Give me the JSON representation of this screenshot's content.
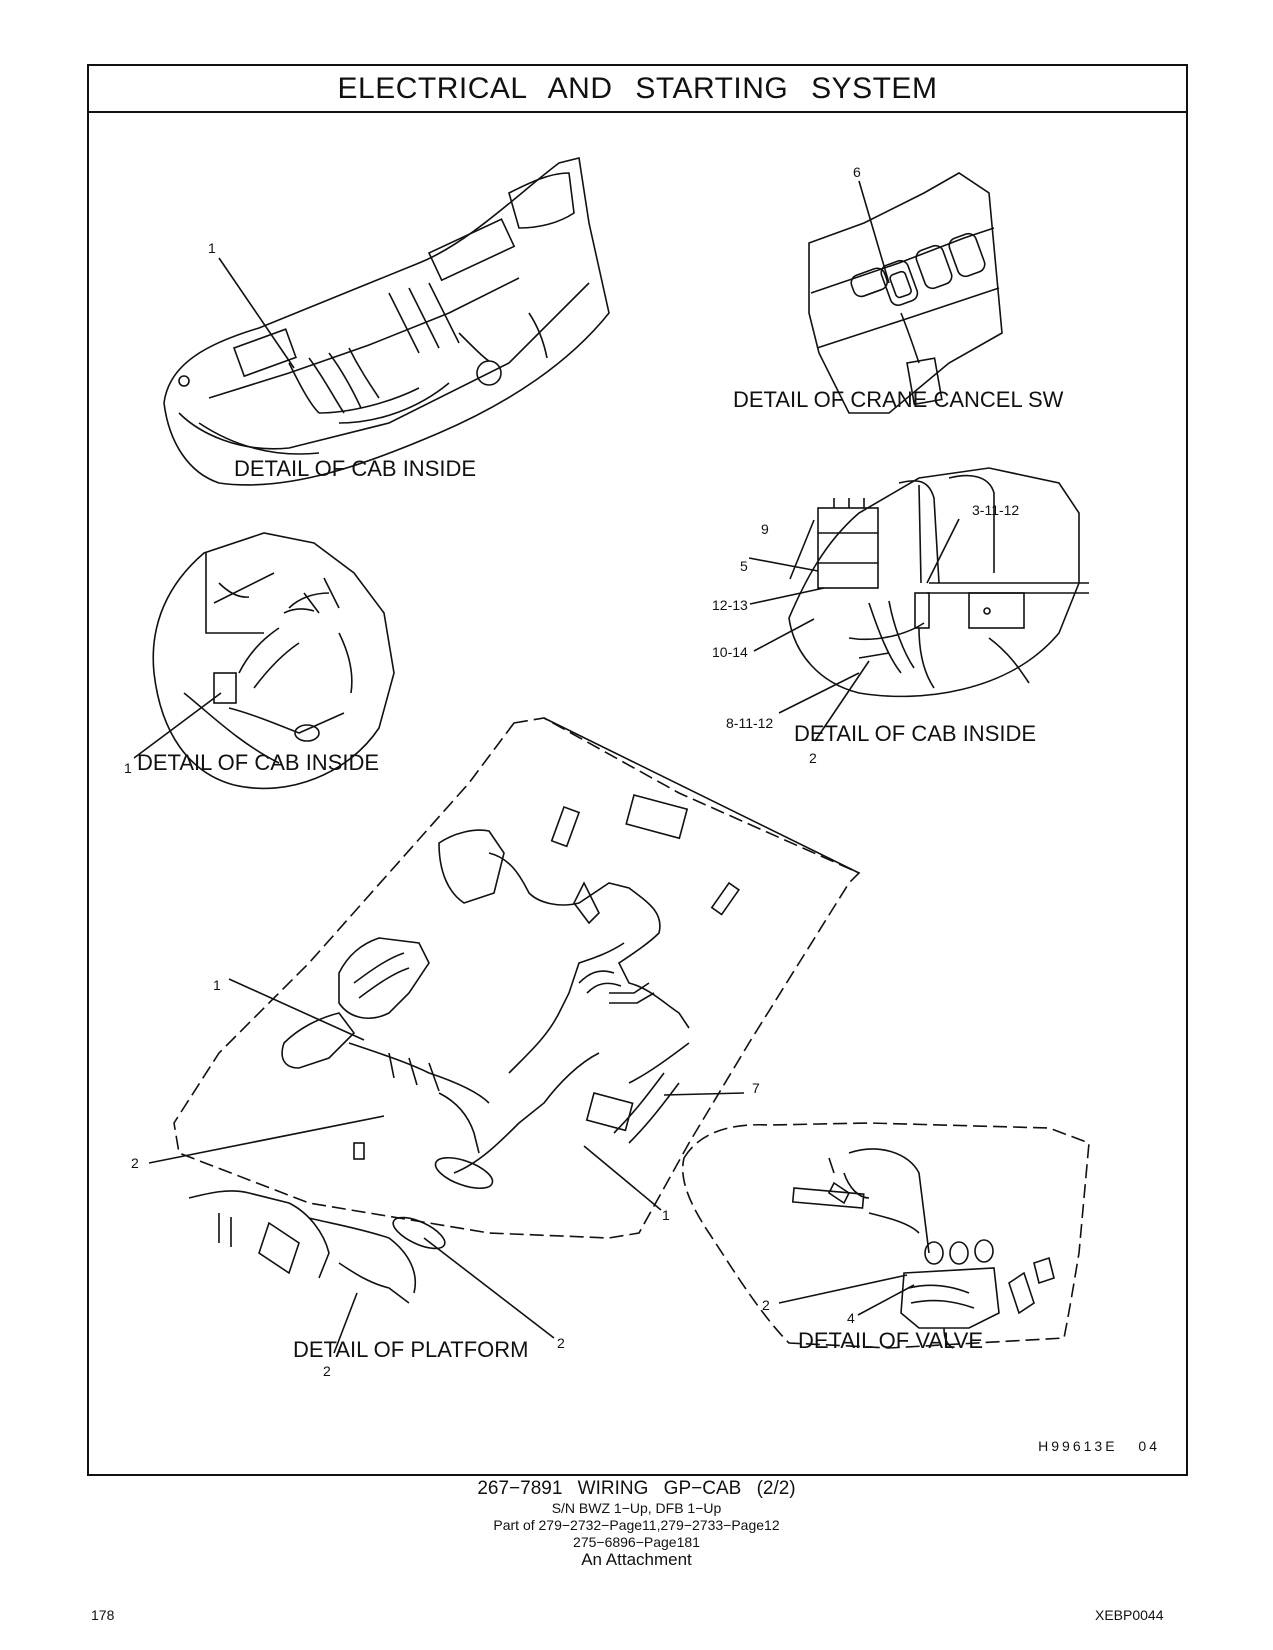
{
  "header": {
    "title": "ELECTRICAL   AND   STARTING   SYSTEM"
  },
  "captions": {
    "cab_inside_top": "DETAIL OF CAB INSIDE",
    "crane_cancel": "DETAIL OF CRANE CANCEL SW",
    "cab_inside_right": "DETAIL OF CAB INSIDE",
    "cab_inside_left": "DETAIL OF CAB INSIDE",
    "platform": "DETAIL OF PLATFORM",
    "valve": "DETAIL OF VALVE"
  },
  "callouts": {
    "c1": "1",
    "c6": "6",
    "c3_11_12": "3-11-12",
    "c9": "9",
    "c5": "5",
    "c12_13": "12-13",
    "c10_14": "10-14",
    "c8_11_12": "8-11-12",
    "c2_cab": "2",
    "c1_left": "1",
    "c1_platform": "1",
    "c7": "7",
    "c2_platform_left": "2",
    "c1_platform_right": "1",
    "c2_platform_bottom": "2",
    "c2_platform_low": "2",
    "c2_valve": "2",
    "c4": "4"
  },
  "drawing_id": "H99613E  04",
  "footer": {
    "part": "267−7891   WIRING  GP−CAB (2/2)",
    "serial": "S/N BWZ 1−Up, DFB 1−Up",
    "part_of": "Part of 279−2732−Page11,279−2733−Page12",
    "page_ref": "275−6896−Page181",
    "attachment": "An Attachment"
  },
  "page_number": "178",
  "doc_code": "XEBP0044"
}
